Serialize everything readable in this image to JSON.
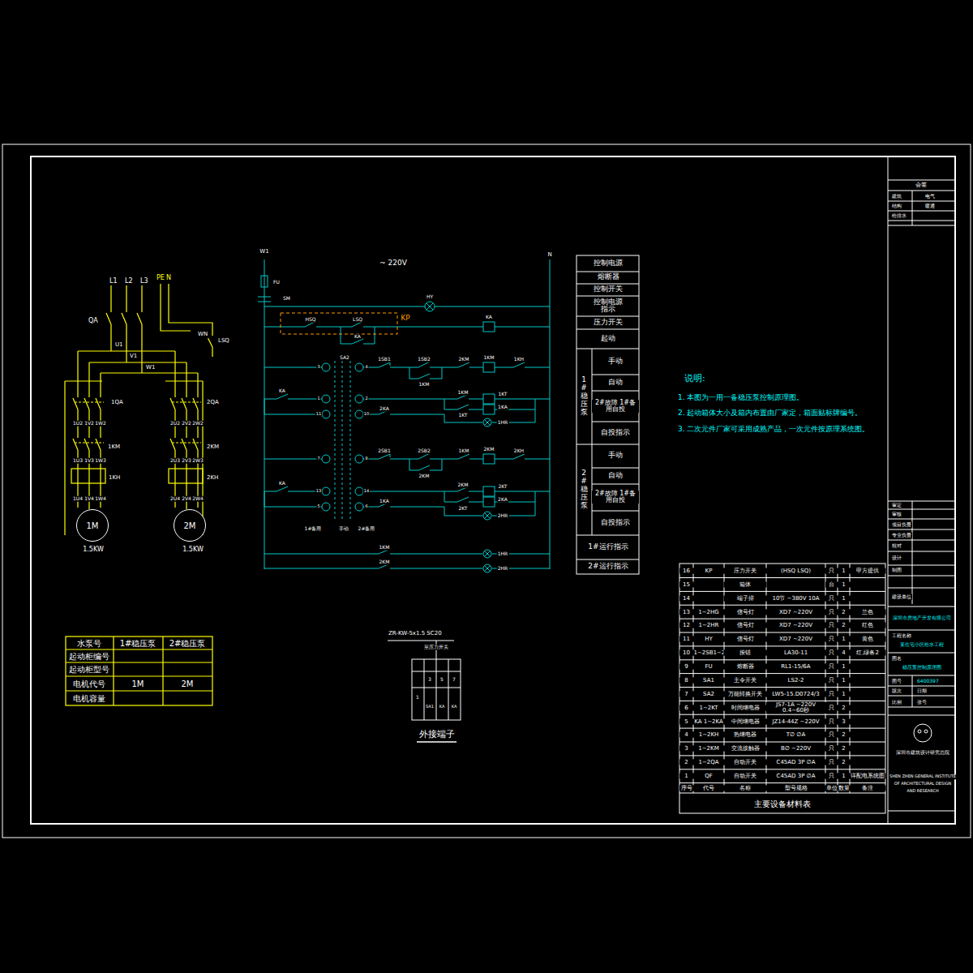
{
  "diagram": {
    "nodes": [
      {
        "text": [
          "1M"
        ]
      },
      {
        "text": [
          "2M"
        ]
      }
    ],
    "labels": [
      "L1",
      "L2",
      "L3",
      "PE",
      "N",
      "QA",
      "WN",
      "LSQ",
      "U1",
      "V1",
      "W1",
      "1QA",
      "2QA",
      "1U2",
      "1V2",
      "1W2",
      "2U2",
      "2V2",
      "2W2",
      "1KM",
      "2KM",
      "1U3",
      "1V3",
      "1W3",
      "2U3",
      "2V3",
      "2W3",
      "1KH",
      "2KH",
      "1U4",
      "1V4",
      "1W4",
      "2U4",
      "2V4",
      "2W4",
      "1.5KW",
      "1.5KW",
      "W1",
      "N",
      "~ 220V",
      "FU",
      "SM",
      "HY",
      "HSQ",
      "LSQ",
      "KP",
      "KA",
      "KA",
      "SA2",
      "1SB1",
      "1SB2",
      "2KM",
      "1KM",
      "1KH",
      "1KM",
      "KA",
      "1KM",
      "1KT",
      "1KA",
      "2KA",
      "1KT",
      "1HR",
      "2SB1",
      "2SB2",
      "1KM",
      "2KM",
      "2KH",
      "2KM",
      "KA",
      "2KM",
      "2KT",
      "2KA",
      "1KA",
      "2KT",
      "2HR",
      "1KM",
      "1HR",
      "2KM",
      "2HR",
      "3",
      "1",
      "11",
      "7",
      "13",
      "5",
      "4",
      "2",
      "10",
      "8",
      "14",
      "6",
      "1#备用",
      "手动",
      "2#备用",
      "控制电源",
      "熔断器",
      "控制开关",
      "控制电源 指示",
      "压力开关",
      "起动",
      "1#稳压泵",
      "手动",
      "自动",
      "2#故障 1#备用自投",
      "自投指示",
      "2#稳压泵",
      "手动",
      "自动",
      "2#故障 1#备用自投",
      "自投指示",
      "1#运行指示",
      "2#运行指示",
      "说明:",
      "1. 本图为一用一备稳压泵控制原理图。",
      "2. 起动箱体大小及箱内布置由厂家定，箱面贴标牌编号。",
      "3. 二次元件厂家可采用成熟产品，一次元件按原理系统图。",
      "水泵号",
      "1#稳压泵",
      "2#稳压泵",
      "起动柜编号",
      "起动柜型号",
      "电机代号",
      "1M",
      "2M",
      "电机容量",
      "ZR-KW-5x1.5 SC20",
      "至压力开关",
      "1",
      "3",
      "5",
      "7",
      "SA1",
      "KA",
      "KA",
      "外接端子",
      "16",
      "KP",
      "压力开关",
      "(HSQ LSQ)",
      "只",
      "1",
      "甲方提供",
      "15",
      "箱体",
      "台",
      "1",
      "14",
      "端子排",
      "10节 ~380V 10A",
      "只",
      "1",
      "13",
      "1~2HG",
      "信号灯",
      "XD7 ~220V",
      "只",
      "2",
      "兰色",
      "12",
      "1~2HR",
      "信号灯",
      "XD7 ~220V",
      "只",
      "2",
      "红色",
      "11",
      "HY",
      "信号灯",
      "XD7 ~220V",
      "只",
      "1",
      "黄色",
      "10",
      "1~2SB1~2",
      "按钮",
      "LA30-11",
      "只",
      "4",
      "红,绿各2",
      "9",
      "FU",
      "熔断器",
      "RL1-15/6A",
      "只",
      "1",
      "8",
      "SA1",
      "主令开关",
      "LS2-2",
      "只",
      "1",
      "7",
      "SA2",
      "万能转换开关",
      "LW5-15.D0724/3",
      "只",
      "1",
      "6",
      "1~2KT",
      "时间继电器",
      "JS7-1A ~220V 0.4~60秒",
      "只",
      "2",
      "5",
      "KA 1~2KA",
      "中间继电器",
      "JZ14-44Z ~220V",
      "只",
      "3",
      "4",
      "1~2KH",
      "热继电器",
      "T∅ ∅A",
      "只",
      "2",
      "3",
      "1~2KM",
      "交流接触器",
      "B∅ ~220V",
      "只",
      "2",
      "2",
      "1~2QA",
      "自动开关",
      "C45AD 3P ∅A",
      "只",
      "2",
      "1",
      "QF",
      "自动开关",
      "C45AD 3P ∅A",
      "只",
      "1",
      "详配电系统图",
      "序号",
      "代号",
      "名称",
      "型号规格",
      "单位",
      "数量",
      "备注",
      "主要设备材料表",
      "会签",
      "建筑",
      "电气",
      "结构",
      "给排水",
      "暖通",
      "审定",
      "审核",
      "项目负责",
      "专业负责",
      "校对",
      "设计",
      "制图",
      "建设单位",
      "深圳市房地产开发有限公司",
      "工程名称",
      "某住宅小区给水工程",
      "图名",
      "稳压泵控制原理图",
      "图号",
      "6400397",
      "版次",
      "日期",
      "比例",
      "张号",
      "深圳市建筑设计研究总院",
      "SHEN ZHEN GENERAL INSTITUTE",
      "OF ARCHITECTURAL DESIGN",
      "AND RESEARCH"
    ]
  }
}
